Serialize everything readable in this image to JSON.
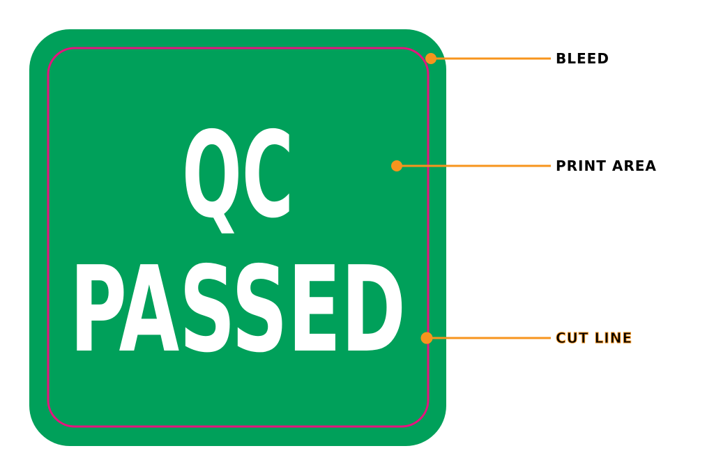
{
  "sticker": {
    "line1": "QC",
    "line2": "PASSED",
    "background_color": "#00A05A",
    "cut_line_color": "#E6137E",
    "text_color": "#FFFFFF"
  },
  "callouts": {
    "color": "#F7941D",
    "bleed": "BLEED",
    "print_area": "PRINT AREA",
    "cut_line": "CUT LINE"
  }
}
